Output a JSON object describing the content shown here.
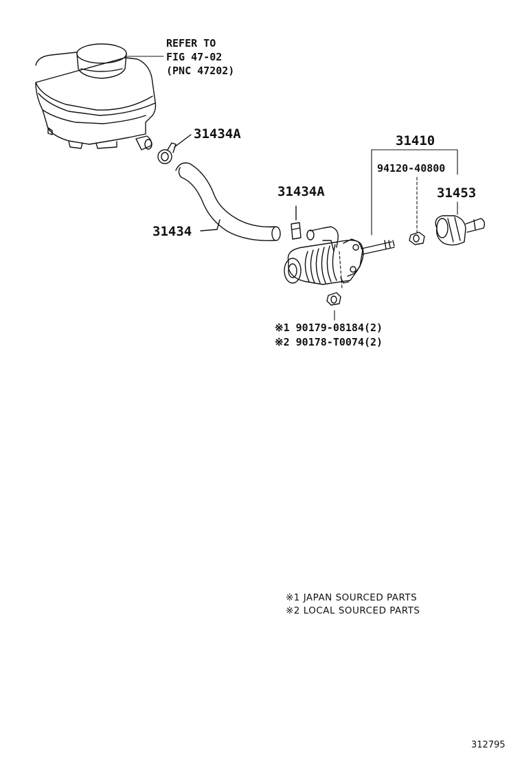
{
  "colors": {
    "ink": "#111111",
    "background": "#ffffff"
  },
  "refer": {
    "line1": "REFER TO",
    "line2": "FIG 47-02",
    "line3": "(PNC 47202)"
  },
  "parts": {
    "clamp_upper": "31434A",
    "clamp_lower": "31434A",
    "hose": "31434",
    "cylinder_assy": "31410",
    "nut": "94120-40800",
    "boot": "31453",
    "bolt_japan": "※1 90179-08184(2)",
    "bolt_local": "※2 90178-T0074(2)"
  },
  "legend": {
    "japan": "※1 JAPAN SOURCED PARTS",
    "local": "※2 LOCAL SOURCED PARTS"
  },
  "figure_id": "312795"
}
